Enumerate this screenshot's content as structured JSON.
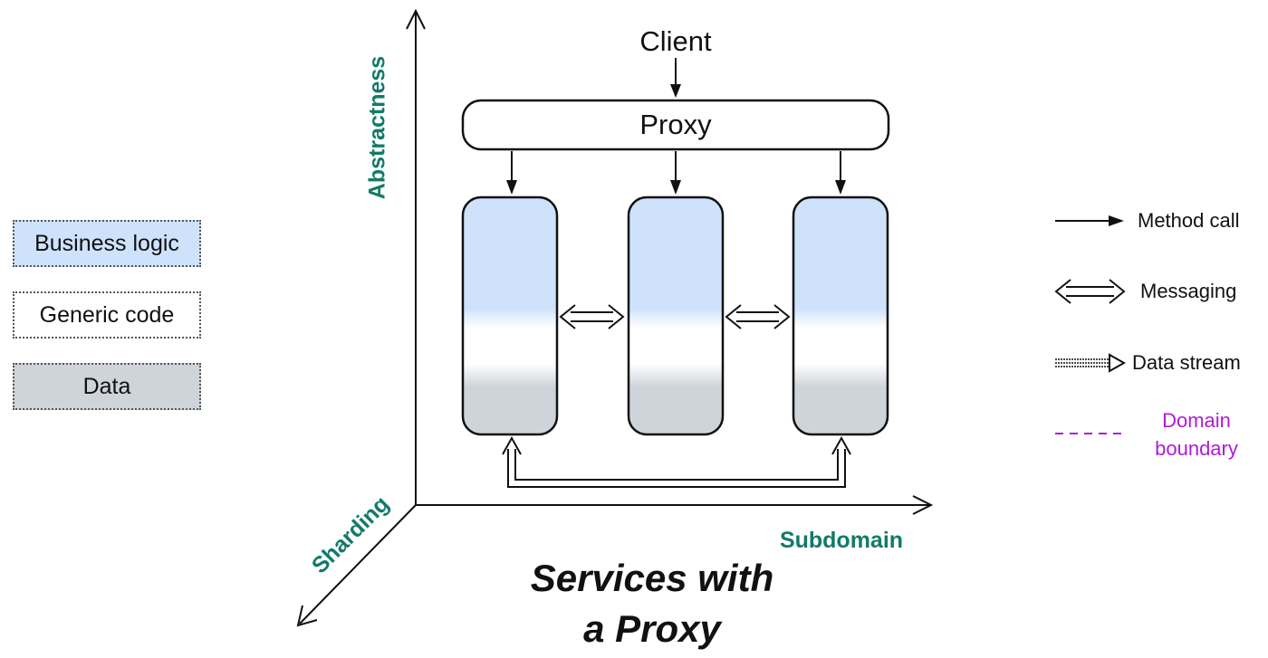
{
  "title": {
    "line1": "Services with",
    "line2": "a Proxy"
  },
  "axes": {
    "vertical": "Abstractness",
    "horizontal": "Subdomain",
    "depth": "Sharding"
  },
  "nodes": {
    "client": "Client",
    "proxy": "Proxy"
  },
  "legend_layers": [
    {
      "label": "Business logic",
      "color": "#cfe2fb"
    },
    {
      "label": "Generic code",
      "color": "#ffffff"
    },
    {
      "label": "Data",
      "color": "#ced4da"
    }
  ],
  "legend_arrows": {
    "method_call": "Method call",
    "messaging": "Messaging",
    "data_stream": "Data stream",
    "domain_boundary_line1": "Domain",
    "domain_boundary_line2": "boundary"
  },
  "colors": {
    "axis_label": "#137a68",
    "domain_boundary": "#b01ad8",
    "business_logic": "#cfe2fb",
    "generic_code": "#ffffff",
    "data": "#ced4da"
  }
}
